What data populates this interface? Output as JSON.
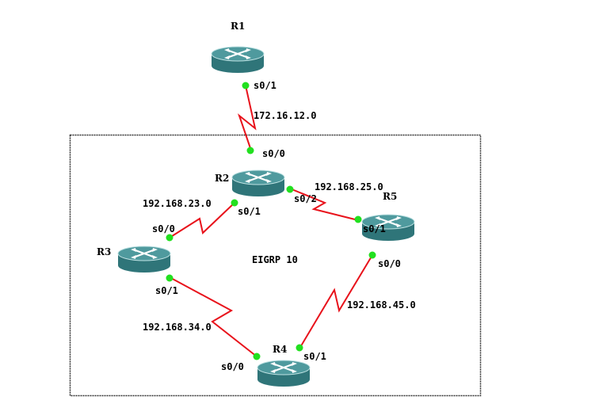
{
  "colors": {
    "link": "#e8121b",
    "port_dot": "#22e01f",
    "router_top": "#4f9a9e",
    "router_side": "#2f7579",
    "router_rim": "#bfe2e3",
    "area_border": "#333333"
  },
  "area": {
    "label": "EIGRP 10",
    "border_style": "dashed"
  },
  "routers": {
    "r1": {
      "name": "R1",
      "icon": "router-icon"
    },
    "r2": {
      "name": "R2",
      "icon": "router-icon"
    },
    "r3": {
      "name": "R3",
      "icon": "router-icon"
    },
    "r4": {
      "name": "R4",
      "icon": "router-icon"
    },
    "r5": {
      "name": "R5",
      "icon": "router-icon"
    }
  },
  "links": {
    "r1_r2": {
      "network": "172.16.12.0",
      "a_port": "s0/1",
      "b_port": "s0/0"
    },
    "r2_r5": {
      "network": "192.168.25.0",
      "a_port": "s0/2",
      "b_port": "s0/1"
    },
    "r2_r3": {
      "network": "192.168.23.0",
      "a_port": "s0/1",
      "b_port": "s0/0"
    },
    "r3_r4": {
      "network": "192.168.34.0",
      "a_port": "s0/1",
      "b_port": "s0/0"
    },
    "r5_r4": {
      "network": "192.168.45.0",
      "a_port": "s0/0",
      "b_port": "s0/1"
    }
  }
}
